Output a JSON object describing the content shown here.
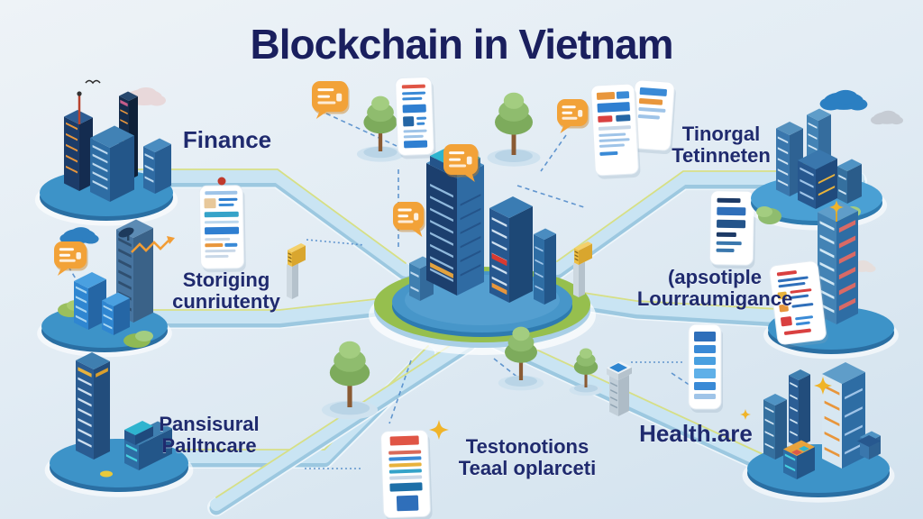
{
  "title": "Blockchain in Vietnam",
  "nodes": {
    "finance": {
      "line1": "Finance",
      "line2": ""
    },
    "storage": {
      "line1": "Storiging",
      "line2": "cunriutenty"
    },
    "pension": {
      "line1": "Pansisural",
      "line2": "Pailtncare"
    },
    "internet": {
      "line1": "Tinorgal",
      "line2": "Tetinneten"
    },
    "insurance": {
      "line1": "(apsotiple",
      "line2": "Lourraumigance"
    },
    "healthcare": {
      "line1": "Health.are",
      "line2": ""
    },
    "transactions": {
      "line1": "Testonotions",
      "line2": "Teaal oplarceti"
    }
  },
  "icons": {
    "speech-bubble-icon": "orange rounded chat bubble with white text lines",
    "tree-icon": "green conifer tree on round base",
    "cloud-icon": "puffy cloud",
    "star-icon": "gold four-point sparkle",
    "document-card-icon": "white rounded document card with colored content rows",
    "billboard-sign-icon": "gold billboard sign on grey pillar",
    "city-cluster-icon": "isometric blue buildings on round blue platform",
    "central-hub-icon": "isometric skyscrapers on green and blue circular platform"
  },
  "colors": {
    "title_text": "#1a1f5e",
    "label_text": "#1f2a6e",
    "background_top": "#eef3f7",
    "background_bottom": "#d2e2ee",
    "road_surface": "#c9e4f3",
    "road_edge_line": "#d6df86",
    "platform_blue": "#4796c9",
    "platform_green": "#96bf4e",
    "building_navy": "#1c3f6e",
    "building_blue": "#2e6da4",
    "accent_orange": "#f2a238",
    "accent_red": "#d94040",
    "tree_green": "#8fbc6e",
    "connector_blue": "#4a86c8"
  }
}
